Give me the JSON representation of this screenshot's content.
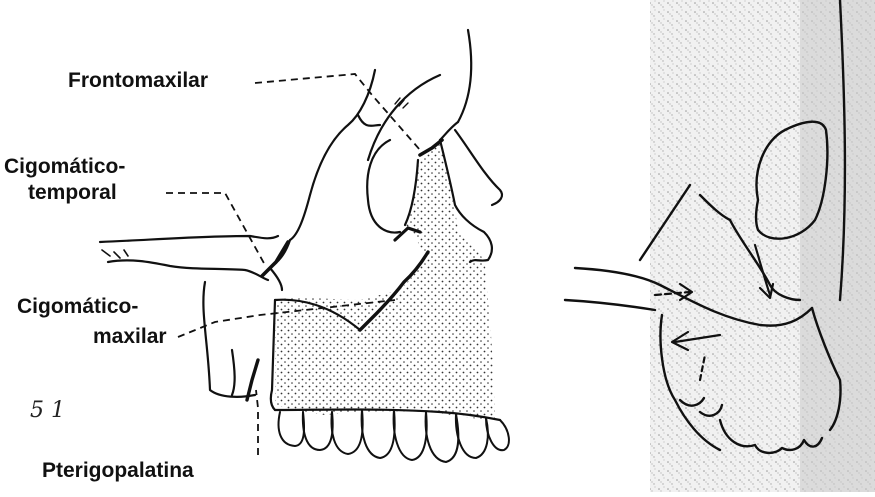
{
  "labels": {
    "frontomaxilar": "Frontomaxilar",
    "cigomatico_temporal_1": "Cigomático-",
    "cigomatico_temporal_2": "temporal",
    "cigomatico_maxilar_1": "Cigomático-",
    "cigomatico_maxilar_2": "maxilar",
    "pterigopalatina": "Pterigopalatina"
  },
  "margin_mark": "5 1"
}
